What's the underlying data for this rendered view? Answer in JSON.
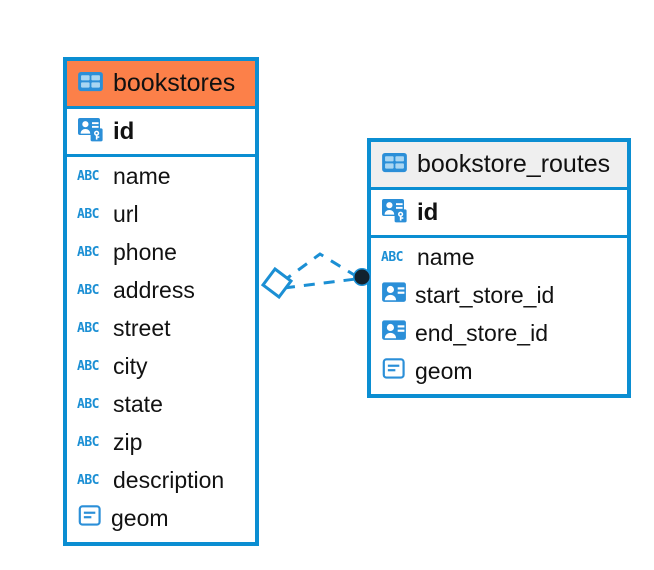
{
  "diagram": {
    "type": "entity-relationship-diagram",
    "background": "#ffffff",
    "accent_color": "#0b8ed2",
    "header_highlight_color": "#fc8049",
    "header_default_color": "#efefef"
  },
  "entities": [
    {
      "name": "bookstores",
      "header_style": "highlighted",
      "icon": "table-icon",
      "columns": [
        {
          "name": "id",
          "key": "primary",
          "icon": "primary-key-icon",
          "bold": true
        },
        {
          "name": "name",
          "key": "none",
          "icon": "abc-text-icon",
          "bold": false
        },
        {
          "name": "url",
          "key": "none",
          "icon": "abc-text-icon",
          "bold": false
        },
        {
          "name": "phone",
          "key": "none",
          "icon": "abc-text-icon",
          "bold": false
        },
        {
          "name": "address",
          "key": "none",
          "icon": "abc-text-icon",
          "bold": false
        },
        {
          "name": "street",
          "key": "none",
          "icon": "abc-text-icon",
          "bold": false
        },
        {
          "name": "city",
          "key": "none",
          "icon": "abc-text-icon",
          "bold": false
        },
        {
          "name": "state",
          "key": "none",
          "icon": "abc-text-icon",
          "bold": false
        },
        {
          "name": "zip",
          "key": "none",
          "icon": "abc-text-icon",
          "bold": false
        },
        {
          "name": "description",
          "key": "none",
          "icon": "abc-text-icon",
          "bold": false
        },
        {
          "name": "geom",
          "key": "none",
          "icon": "geometry-icon",
          "bold": false
        }
      ]
    },
    {
      "name": "bookstore_routes",
      "header_style": "default",
      "icon": "table-icon",
      "columns": [
        {
          "name": "id",
          "key": "primary",
          "icon": "primary-key-icon",
          "bold": true
        },
        {
          "name": "name",
          "key": "none",
          "icon": "abc-text-icon",
          "bold": false
        },
        {
          "name": "start_store_id",
          "key": "foreign",
          "icon": "foreign-key-icon",
          "bold": false
        },
        {
          "name": "end_store_id",
          "key": "foreign",
          "icon": "foreign-key-icon",
          "bold": false
        },
        {
          "name": "geom",
          "key": "none",
          "icon": "geometry-icon",
          "bold": false
        }
      ]
    }
  ],
  "relationship": {
    "style": "dashed",
    "color": "#1b8fd4",
    "source_marker": "open-diamond",
    "target_marker": "filled-circle",
    "target_marker_color": "#12232e",
    "branches": 2
  },
  "icon_glyphs": {
    "abc_text": "ABC"
  }
}
